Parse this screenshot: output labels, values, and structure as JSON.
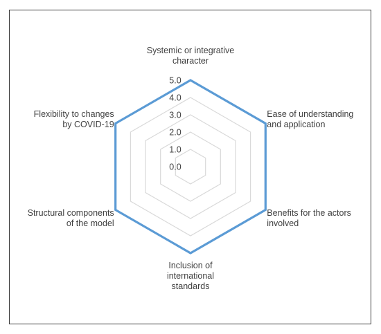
{
  "chart_data": {
    "type": "radar",
    "axes": [
      "Systemic or integrative character",
      "Ease of understanding and application",
      "Benefits for the actors involved",
      "Inclusion of international standards",
      "Structural components of the model",
      "Flexibility to changes by COVID-19"
    ],
    "axis_label_lines": [
      [
        "Systemic or integrative",
        "character"
      ],
      [
        "Ease of understanding",
        "and application"
      ],
      [
        "Benefits for the actors",
        "involved"
      ],
      [
        "Inclusion of",
        "international",
        "standards"
      ],
      [
        "Structural components",
        "of the model"
      ],
      [
        "Flexibility to changes",
        "by COVID-19"
      ]
    ],
    "ticks": [
      "0.0",
      "1.0",
      "2.0",
      "3.0",
      "4.0",
      "5.0"
    ],
    "tick_values": [
      0,
      1,
      2,
      3,
      4,
      5
    ],
    "range": [
      0,
      5
    ],
    "series": [
      {
        "values": [
          5,
          5,
          5,
          5,
          5,
          5
        ],
        "color": "#5b9bd5"
      }
    ],
    "grid_color": "#d9d9d9",
    "title": ""
  }
}
